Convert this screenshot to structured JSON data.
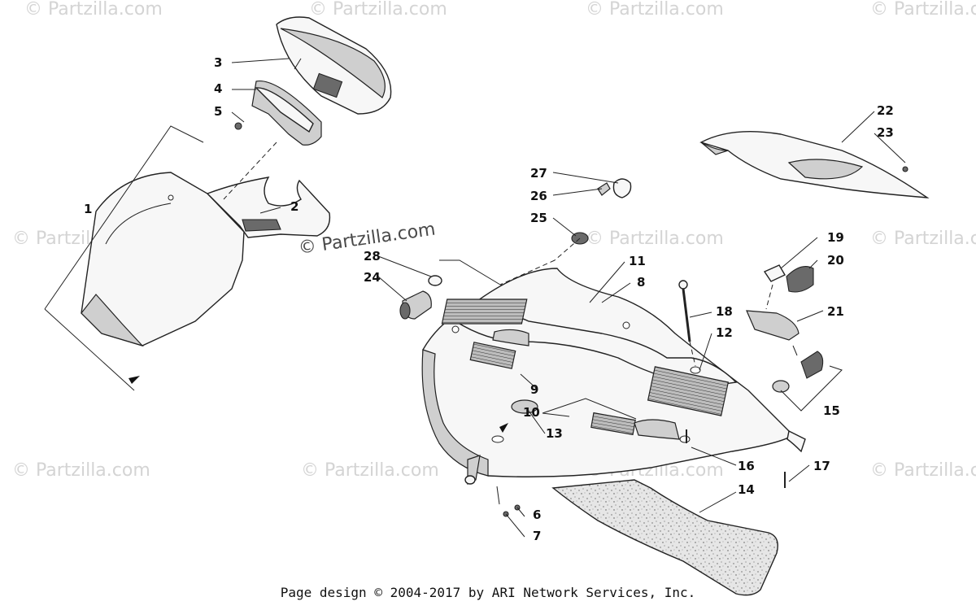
{
  "diagram": {
    "watermark_text": "© Partzilla.com",
    "callouts": [
      {
        "id": "1",
        "label": "1"
      },
      {
        "id": "2",
        "label": "2"
      },
      {
        "id": "3",
        "label": "3"
      },
      {
        "id": "4",
        "label": "4"
      },
      {
        "id": "5",
        "label": "5"
      },
      {
        "id": "6",
        "label": "6"
      },
      {
        "id": "7",
        "label": "7"
      },
      {
        "id": "8",
        "label": "8"
      },
      {
        "id": "9",
        "label": "9"
      },
      {
        "id": "10",
        "label": "10"
      },
      {
        "id": "11",
        "label": "11"
      },
      {
        "id": "12",
        "label": "12"
      },
      {
        "id": "13",
        "label": "13"
      },
      {
        "id": "14",
        "label": "14"
      },
      {
        "id": "15",
        "label": "15"
      },
      {
        "id": "16",
        "label": "16"
      },
      {
        "id": "17",
        "label": "17"
      },
      {
        "id": "18",
        "label": "18"
      },
      {
        "id": "19",
        "label": "19"
      },
      {
        "id": "20",
        "label": "20"
      },
      {
        "id": "21",
        "label": "21"
      },
      {
        "id": "22",
        "label": "22"
      },
      {
        "id": "23",
        "label": "23"
      },
      {
        "id": "24",
        "label": "24"
      },
      {
        "id": "25",
        "label": "25"
      },
      {
        "id": "26",
        "label": "26"
      },
      {
        "id": "27",
        "label": "27"
      },
      {
        "id": "28",
        "label": "28"
      }
    ]
  },
  "footer": {
    "text": "Page design © 2004-2017 by ARI Network Services, Inc."
  }
}
